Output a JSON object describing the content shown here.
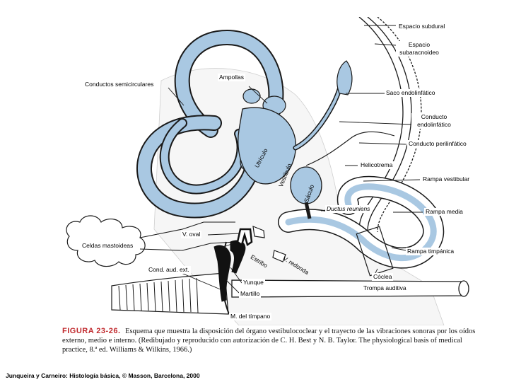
{
  "labels": {
    "espacio_subdural": "Espacio subdural",
    "espacio_subaracnoideo": "Espacio subaracnoideo",
    "ampollas": "Ampollas",
    "conductos_semicirculares": "Conductos semicirculares",
    "saco_endolinfatico": "Saco endolinfático",
    "conducto_endolinfatico": "Conducto endolinfático",
    "conducto_perilinfatico": "Conducto perilinfático",
    "helicotrema": "Helicotrema",
    "rampa_vestibular": "Rampa vestibular",
    "ductus_reuniens": "Ductus reuniens",
    "rampa_media": "Rampa media",
    "rampa_timpanica": "Rampa timpánica",
    "v_oval": "V. oval",
    "celdas_mastoideas": "Celdas mastoideas",
    "estribo": "Estribo",
    "v_redonda": "V. redonda",
    "cond_aud_ext": "Cond. aud. ext.",
    "yunque": "Yunque",
    "caracol": "Cóclea",
    "trompa_auditiva": "Trompa auditiva",
    "martillo": "Martillo",
    "m_timpano": "M. del tímpano",
    "utriculo": "Utrículo",
    "vestibulo": "Vestíbulo",
    "saculo": "Sáculo"
  },
  "caption": {
    "figure_number": "FIGURA 23-26.",
    "text": "Esquema que muestra la disposición del órgano vestibulococlear y el trayecto de las vibraciones sonoras por los oídos externo, medio e interno. (Redibujado y reproducido con autorización de C. H. Best y N. B. Taylor. The physiological basis of medical practice, 8.ª ed. Williams & Wilkins, 1966.)"
  },
  "source": "Junqueira y Carneiro: Histología básica, © Masson, Barcelona, 2000",
  "colors": {
    "labyrinth_fill": "#a9c8e2",
    "outline": "#1a1a1a",
    "bone_fill": "#ffffff",
    "figure_red": "#c0282c"
  }
}
